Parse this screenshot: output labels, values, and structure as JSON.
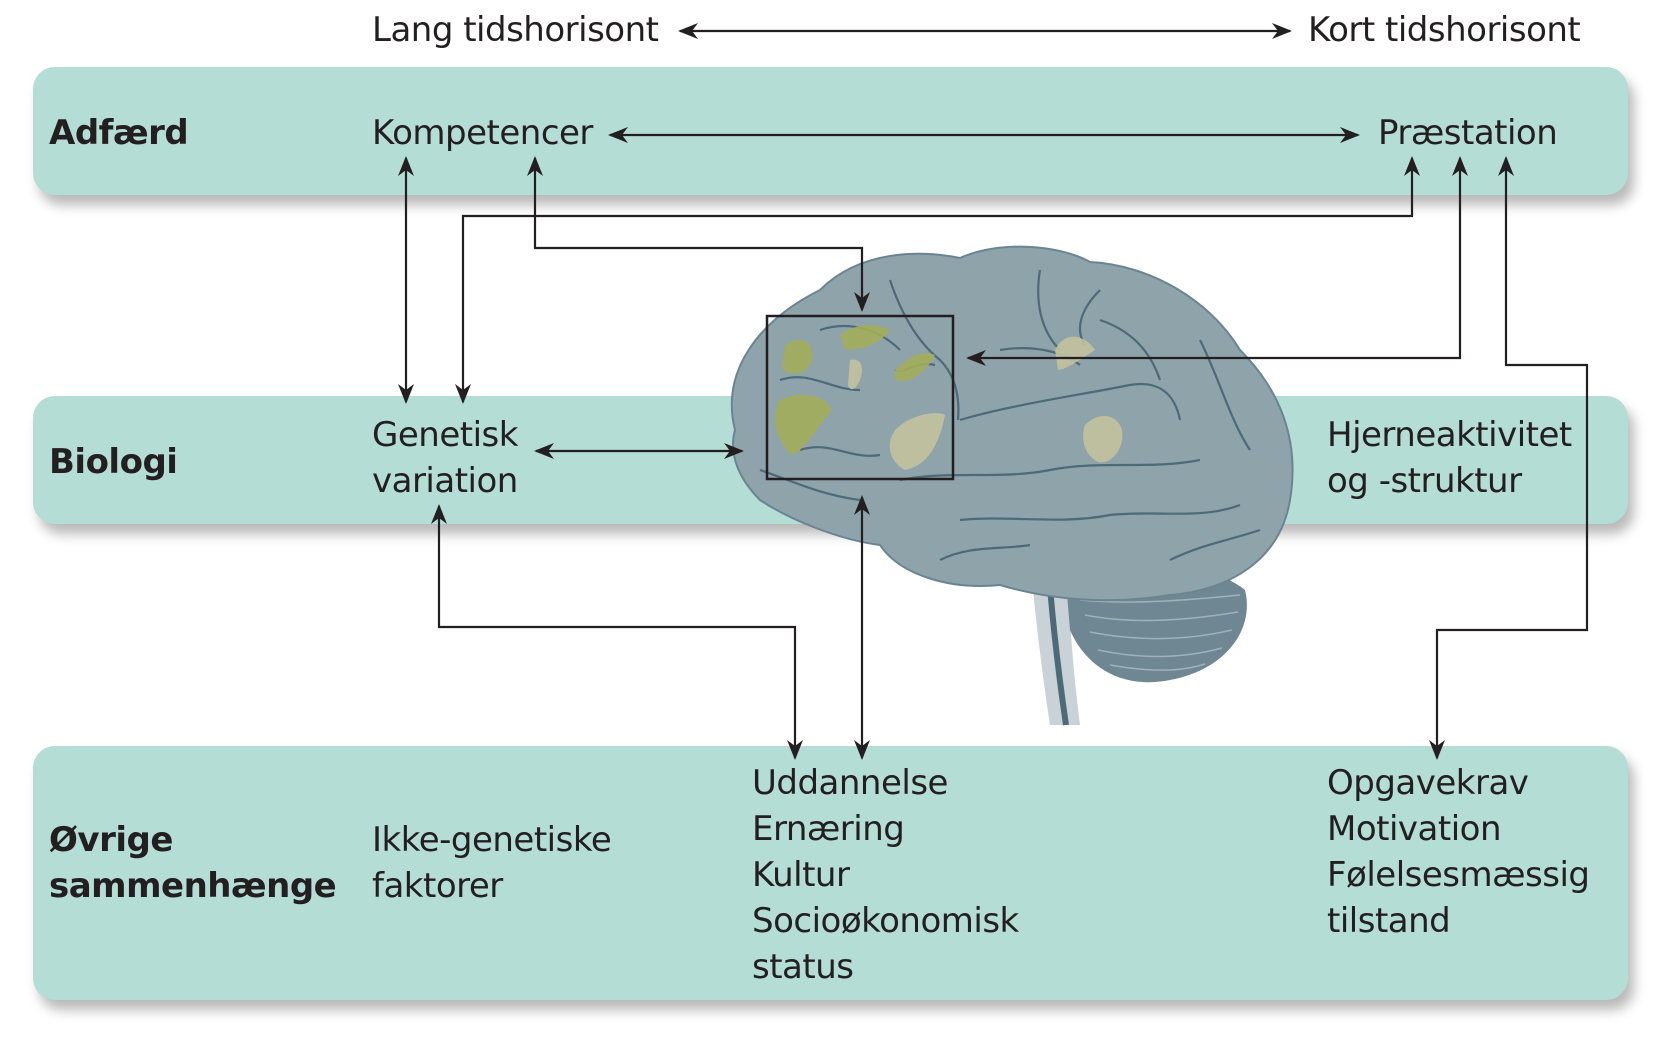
{
  "axis": {
    "long_horizon": "Lang tidshorisont",
    "short_horizon": "Kort tidshorisont"
  },
  "rows": {
    "adfaerd": {
      "label": "Adfærd",
      "left": "Kompetencer",
      "right": "Præstation"
    },
    "biologi": {
      "label": "Biologi",
      "left": [
        "Genetisk",
        "variation"
      ],
      "right": [
        "Hjerneaktivitet",
        "og -struktur"
      ]
    },
    "ovrige": {
      "label": [
        "Øvrige",
        "sammenhænge"
      ],
      "left": [
        "Ikke-genetiske",
        "faktorer"
      ],
      "middle": [
        "Uddannelse",
        "Ernæring",
        "Kultur",
        "Socioøkonomisk",
        "status"
      ],
      "right": [
        "Opgavekrav",
        "Motivation",
        "Følelsesmæssig",
        "tilstand"
      ]
    }
  },
  "colors": {
    "band": "#b4ddd6",
    "brain": "#8fa3ab",
    "brain_sulci": "#4c6a78",
    "active_region_green": "#a3ad5b",
    "active_region_beige": "#c2c29d",
    "arrow": "#231f20"
  },
  "connections": [
    {
      "from": "Lang tidshorisont",
      "to": "Kort tidshorisont",
      "type": "bidirectional"
    },
    {
      "from": "Kompetencer",
      "to": "Præstation",
      "type": "bidirectional"
    },
    {
      "from": "Kompetencer",
      "to": "Genetisk variation",
      "type": "bidirectional"
    },
    {
      "from": "Præstation",
      "to": "Genetisk variation",
      "type": "bidirectional"
    },
    {
      "from": "Kompetencer",
      "to": "Hjerneaktivitet og -struktur",
      "type": "bidirectional"
    },
    {
      "from": "Præstation",
      "to": "Hjerneaktivitet og -struktur",
      "type": "bidirectional"
    },
    {
      "from": "Genetisk variation",
      "to": "Hjerneaktivitet og -struktur",
      "type": "bidirectional"
    },
    {
      "from": "Genetisk variation",
      "to": "Uddannelse / Ernæring / Kultur / Socioøkonomisk status",
      "type": "bidirectional"
    },
    {
      "from": "Hjerneaktivitet og -struktur",
      "to": "Uddannelse / Ernæring / Kultur / Socioøkonomisk status",
      "type": "bidirectional"
    },
    {
      "from": "Præstation",
      "to": "Opgavekrav / Motivation / Følelsesmæssig tilstand",
      "type": "bidirectional"
    }
  ]
}
